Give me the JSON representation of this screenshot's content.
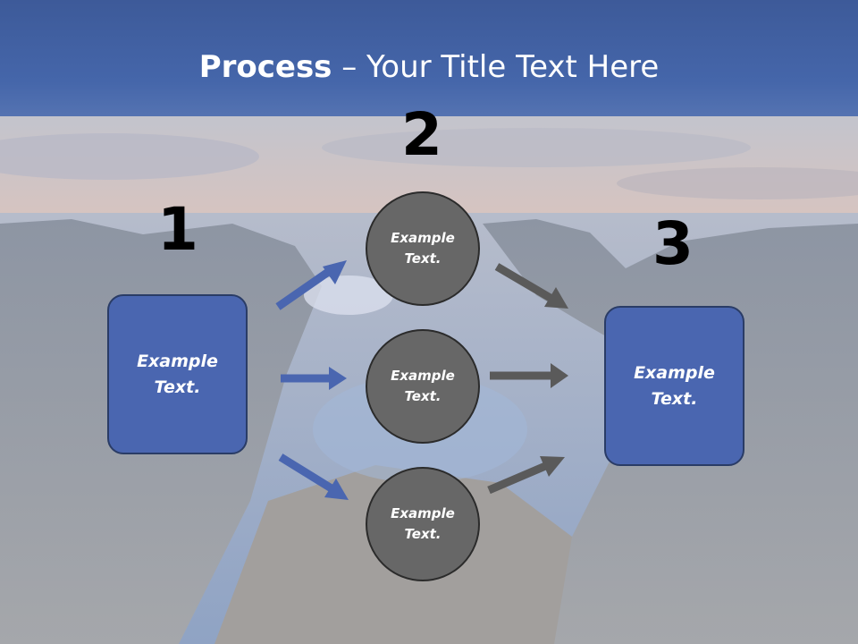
{
  "slide": {
    "title_bold": "Process",
    "title_rest": " – Your Title Text Here"
  },
  "steps": {
    "one": "1",
    "two": "2",
    "three": "3"
  },
  "boxes": {
    "left": "Example\nText.",
    "right": "Example\nText."
  },
  "circles": [
    "Example\nText.",
    "Example\nText.",
    "Example\nText."
  ],
  "colors": {
    "title_band": "#4566aa",
    "box_fill": "#4a66b0",
    "circle_fill": "#676767",
    "blue_arrow": "#4a66b0",
    "gray_arrow": "#5a5a5a"
  }
}
